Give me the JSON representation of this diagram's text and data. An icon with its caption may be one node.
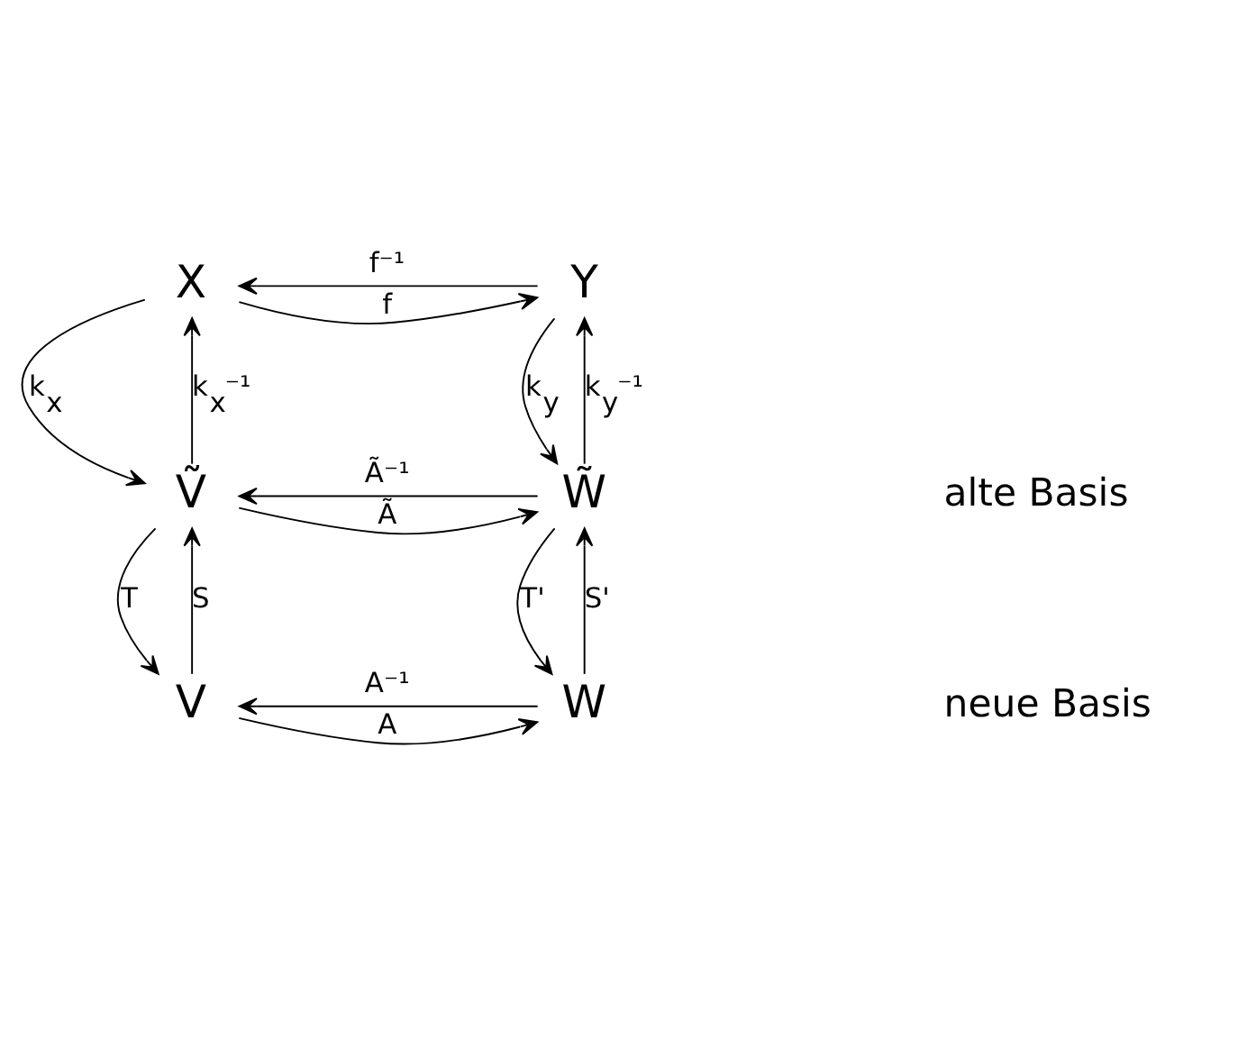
{
  "diagram": {
    "nodes": [
      {
        "text": [
          "X"
        ]
      },
      {
        "text": [
          "Y"
        ]
      },
      {
        "text": [
          "Ṽ"
        ]
      },
      {
        "text": [
          "W̃"
        ]
      },
      {
        "text": [
          "V"
        ]
      },
      {
        "text": [
          "W"
        ]
      }
    ],
    "edges": [
      {
        "from": 0,
        "to": 1,
        "arrow": "to",
        "label": "f"
      },
      {
        "from": 1,
        "to": 0,
        "arrow": "to",
        "label": "f⁻¹"
      },
      {
        "from": 0,
        "to": 2,
        "arrow": "to",
        "label": "k$_{x}$"
      },
      {
        "from": 2,
        "to": 0,
        "arrow": "to",
        "label": "k$_{x}$⁻¹"
      },
      {
        "from": 1,
        "to": 3,
        "arrow": "to",
        "label": "k$_{y}$"
      },
      {
        "from": 3,
        "to": 1,
        "arrow": "to",
        "label": "k$_{y}$⁻¹"
      },
      {
        "from": 2,
        "to": 3,
        "arrow": "to",
        "label": "Ã"
      },
      {
        "from": 3,
        "to": 2,
        "arrow": "to",
        "label": "Ã⁻¹"
      },
      {
        "from": 2,
        "to": 4,
        "arrow": "to",
        "label": "T"
      },
      {
        "from": 4,
        "to": 2,
        "arrow": "to",
        "label": "S"
      },
      {
        "from": 3,
        "to": 5,
        "arrow": "to",
        "label": "T'"
      },
      {
        "from": 5,
        "to": 3,
        "arrow": "to",
        "label": "S'"
      },
      {
        "from": 4,
        "to": 5,
        "arrow": "to",
        "label": "A"
      },
      {
        "from": 5,
        "to": 4,
        "arrow": "to",
        "label": "A⁻¹"
      }
    ],
    "labels": [
      "alte Basis",
      "neue Basis"
    ]
  }
}
